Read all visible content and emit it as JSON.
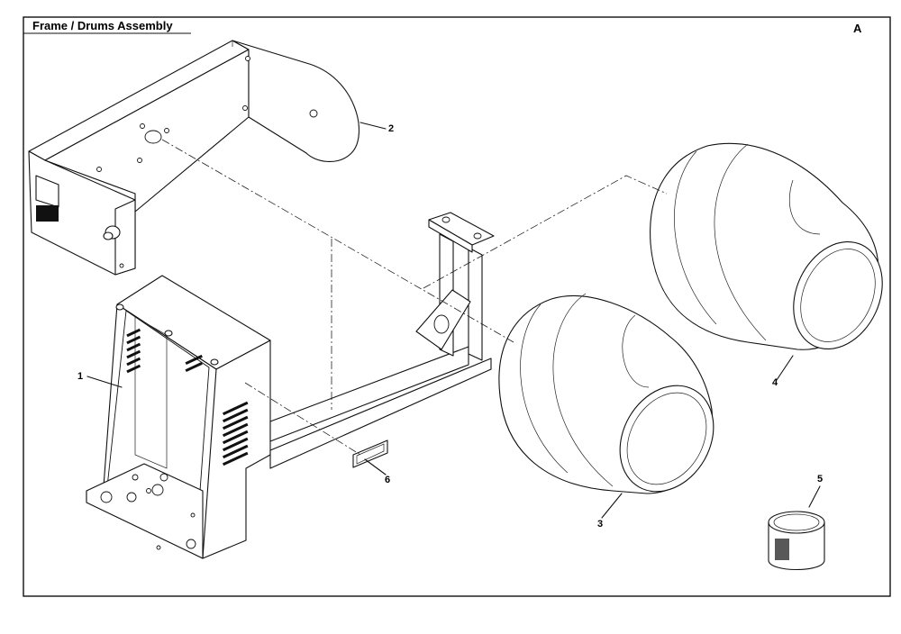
{
  "header": {
    "title": "Frame / Drums Assembly",
    "sheet_letter": "A"
  },
  "callouts": [
    {
      "id": "1",
      "label": "1",
      "part": "base-cabinet"
    },
    {
      "id": "2",
      "label": "2",
      "part": "upper-frame"
    },
    {
      "id": "3",
      "label": "3",
      "part": "front-drum"
    },
    {
      "id": "4",
      "label": "4",
      "part": "rear-drum"
    },
    {
      "id": "5",
      "label": "5",
      "part": "bushing-cap"
    },
    {
      "id": "6",
      "label": "6",
      "part": "label-plate"
    }
  ],
  "colors": {
    "line": "#111111",
    "background": "#ffffff"
  }
}
